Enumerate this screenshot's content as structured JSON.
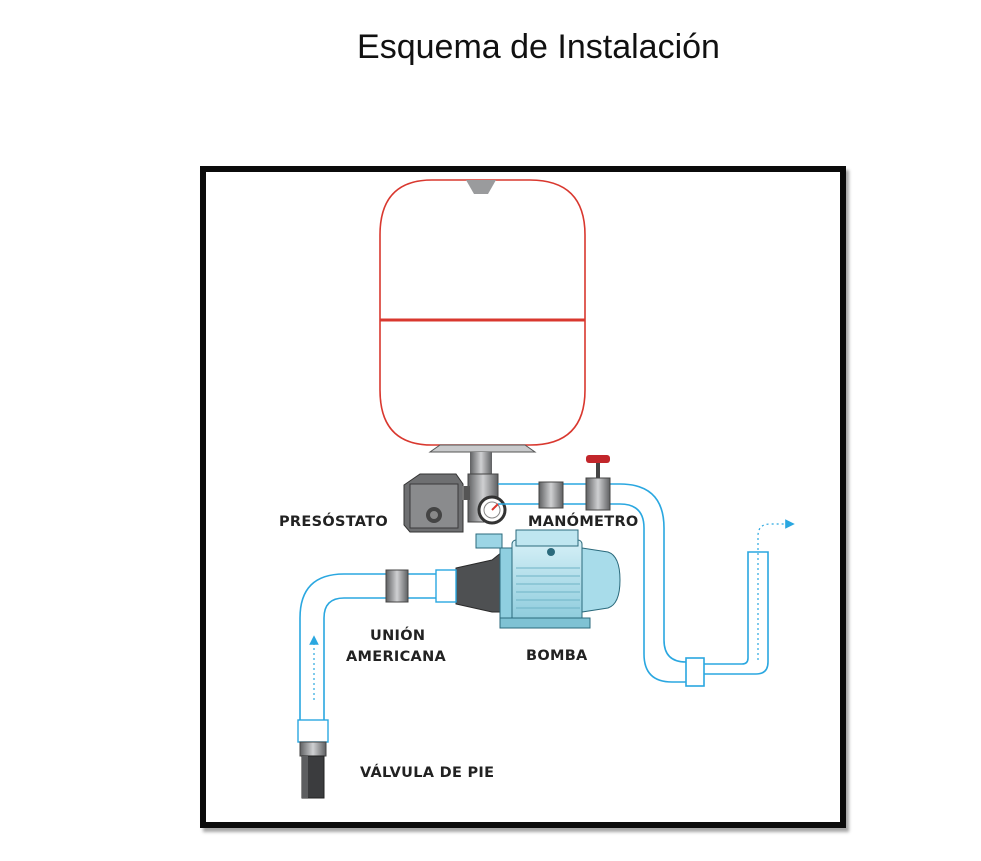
{
  "title": "Esquema de Instalación",
  "labels": {
    "presostato": "PRESÓSTATO",
    "manometro": "MANÓMETRO",
    "union_line1": "UNIÓN",
    "union_line2": "AMERICANA",
    "bomba": "BOMBA",
    "valvula": "VÁLVULA DE PIE"
  },
  "colors": {
    "pipe": "#2aa7e0",
    "tank_outline": "#d9382f",
    "pump_body": "#b7e3ef",
    "frame": "#0b0b0b"
  }
}
